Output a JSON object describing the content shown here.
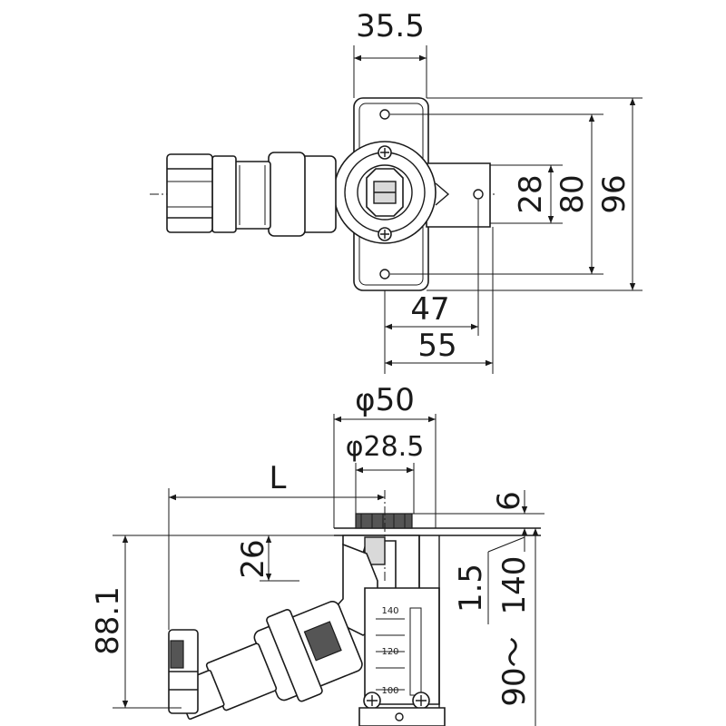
{
  "top_view": {
    "dims": {
      "width_top": "35.5",
      "right_28": "28",
      "right_80": "80",
      "right_96": "96",
      "bottom_47": "47",
      "bottom_55": "55"
    }
  },
  "side_view": {
    "dims": {
      "phi50": "φ50",
      "phi28_5": "φ28.5",
      "length_L": "L",
      "six": "6",
      "twentysix": "26",
      "height_88_1": "88.1",
      "one_point_five": "1.5",
      "range_140": "140",
      "range_90": "90～"
    },
    "scale_labels": [
      "140",
      "120",
      "100"
    ]
  }
}
